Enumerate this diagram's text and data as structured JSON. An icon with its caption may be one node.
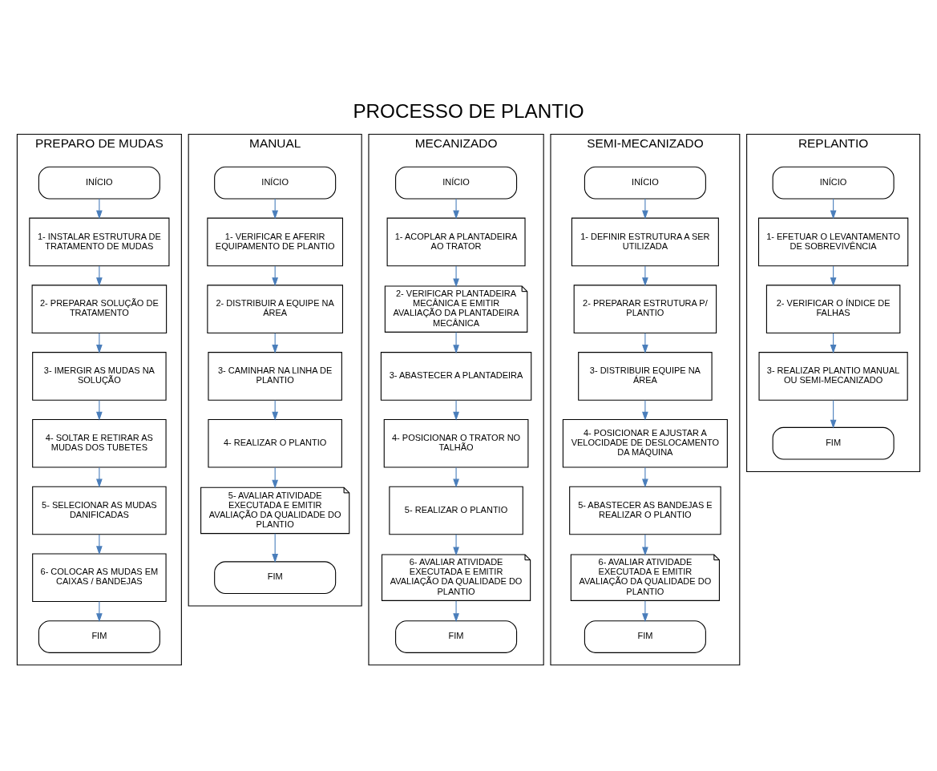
{
  "diagram": {
    "title": "PROCESSO DE PLANTIO",
    "nodes": [
      {
        "text": [
          "PREPARO DE MUDAS"
        ]
      },
      {
        "text": [
          "INÍCIO"
        ],
        "in": 0
      },
      {
        "text": [
          "1- INSTALAR ESTRUTURA DE TRATAMENTO DE MUDAS"
        ],
        "in": 0
      },
      {
        "text": [
          "2- PREPARAR SOLUÇÃO DE TRATAMENTO"
        ],
        "in": 0
      },
      {
        "text": [
          "3- IMERGIR AS MUDAS NA SOLUÇÃO"
        ],
        "in": 0
      },
      {
        "text": [
          "4- SOLTAR E RETIRAR AS MUDAS DOS TUBETES"
        ],
        "in": 0
      },
      {
        "text": [
          "5- SELECIONAR AS MUDAS DANIFICADAS"
        ],
        "in": 0
      },
      {
        "text": [
          "6- COLOCAR AS MUDAS EM CAIXAS / BANDEJAS"
        ],
        "in": 0
      },
      {
        "text": [
          "FIM"
        ],
        "in": 0
      },
      {
        "text": [
          "MANUAL"
        ]
      },
      {
        "text": [
          "INÍCIO"
        ],
        "in": 9
      },
      {
        "text": [
          "1- VERIFICAR E AFERIR EQUIPAMENTO DE PLANTIO"
        ],
        "in": 9
      },
      {
        "text": [
          "2- DISTRIBUIR A EQUIPE NA ÁREA"
        ],
        "in": 9
      },
      {
        "text": [
          "3- CAMINHAR NA LINHA DE PLANTIO"
        ],
        "in": 9
      },
      {
        "text": [
          "4- REALIZAR O PLANTIO"
        ],
        "in": 9
      },
      {
        "text": [
          "5- AVALIAR ATIVIDADE EXECUTADA E EMITIR AVALIAÇÃO DA QUALIDADE DO PLANTIO"
        ],
        "in": 9
      },
      {
        "text": [
          "FIM"
        ],
        "in": 9
      },
      {
        "text": [
          "MECANIZADO"
        ]
      },
      {
        "text": [
          "INÍCIO"
        ],
        "in": 17
      },
      {
        "text": [
          "1- ACOPLAR A PLANTADEIRA AO TRATOR"
        ],
        "in": 17
      },
      {
        "text": [
          "2- VERIFICAR PLANTADEIRA MECÂNICA E EMITIR AVALIAÇÃO DA PLANTADEIRA MECÂNICA"
        ],
        "in": 17
      },
      {
        "text": [
          "3- ABASTECER A PLANTADEIRA"
        ],
        "in": 17
      },
      {
        "text": [
          "4- POSICIONAR O TRATOR NO TALHÃO"
        ],
        "in": 17
      },
      {
        "text": [
          "5- REALIZAR O PLANTIO"
        ],
        "in": 17
      },
      {
        "text": [
          "6- AVALIAR ATIVIDADE EXECUTADA E EMITIR AVALIAÇÃO DA QUALIDADE DO PLANTIO"
        ],
        "in": 17
      },
      {
        "text": [
          "FIM"
        ],
        "in": 17
      },
      {
        "text": [
          "SEMI-MECANIZADO"
        ]
      },
      {
        "text": [
          "INÍCIO"
        ],
        "in": 26
      },
      {
        "text": [
          "1- DEFINIR ESTRUTURA A SER UTILIZADA"
        ],
        "in": 26
      },
      {
        "text": [
          "2- PREPARAR ESTRUTURA P/ PLANTIO"
        ],
        "in": 26
      },
      {
        "text": [
          "3- DISTRIBUIR EQUIPE NA ÁREA"
        ],
        "in": 26
      },
      {
        "text": [
          "4- POSICIONAR E AJUSTAR A VELOCIDADE DE DESLOCAMENTO DA MÁQUINA"
        ],
        "in": 26
      },
      {
        "text": [
          "5- ABASTECER AS BANDEJAS E REALIZAR O PLANTIO"
        ],
        "in": 26
      },
      {
        "text": [
          "6- AVALIAR ATIVIDADE EXECUTADA E EMITIR AVALIAÇÃO DA QUALIDADE DO PLANTIO"
        ],
        "in": 26
      },
      {
        "text": [
          "FIM"
        ],
        "in": 26
      },
      {
        "text": [
          "REPLANTIO"
        ]
      },
      {
        "text": [
          "INÍCIO"
        ],
        "in": 35
      },
      {
        "text": [
          "1- EFETUAR O LEVANTAMENTO DE SOBREVIVÊNCIA"
        ],
        "in": 35
      },
      {
        "text": [
          "2- VERIFICAR O ÍNDICE DE FALHAS"
        ],
        "in": 35
      },
      {
        "text": [
          "3- REALIZAR PLANTIO MANUAL OU SEMI-MECANIZADO"
        ],
        "in": 35
      },
      {
        "text": [
          "FIM"
        ],
        "in": 35
      }
    ],
    "edges": [
      {
        "from": 1,
        "to": 2,
        "arrow": "to"
      },
      {
        "from": 2,
        "to": 3,
        "arrow": "to"
      },
      {
        "from": 3,
        "to": 4,
        "arrow": "to"
      },
      {
        "from": 4,
        "to": 5,
        "arrow": "to"
      },
      {
        "from": 5,
        "to": 6,
        "arrow": "to"
      },
      {
        "from": 6,
        "to": 7,
        "arrow": "to"
      },
      {
        "from": 7,
        "to": 8,
        "arrow": "to"
      },
      {
        "from": 10,
        "to": 11,
        "arrow": "to"
      },
      {
        "from": 11,
        "to": 12,
        "arrow": "to"
      },
      {
        "from": 12,
        "to": 13,
        "arrow": "to"
      },
      {
        "from": 13,
        "to": 14,
        "arrow": "to"
      },
      {
        "from": 14,
        "to": 15,
        "arrow": "to"
      },
      {
        "from": 15,
        "to": 16,
        "arrow": "to"
      },
      {
        "from": 18,
        "to": 19,
        "arrow": "to"
      },
      {
        "from": 19,
        "to": 20,
        "arrow": "to"
      },
      {
        "from": 20,
        "to": 21,
        "arrow": "to"
      },
      {
        "from": 21,
        "to": 22,
        "arrow": "to"
      },
      {
        "from": 22,
        "to": 23,
        "arrow": "to"
      },
      {
        "from": 23,
        "to": 24,
        "arrow": "to"
      },
      {
        "from": 24,
        "to": 25,
        "arrow": "to"
      },
      {
        "from": 27,
        "to": 28,
        "arrow": "to"
      },
      {
        "from": 28,
        "to": 29,
        "arrow": "to"
      },
      {
        "from": 29,
        "to": 30,
        "arrow": "to"
      },
      {
        "from": 30,
        "to": 31,
        "arrow": "to"
      },
      {
        "from": 31,
        "to": 32,
        "arrow": "to"
      },
      {
        "from": 32,
        "to": 33,
        "arrow": "to"
      },
      {
        "from": 33,
        "to": 34,
        "arrow": "to"
      },
      {
        "from": 36,
        "to": 37,
        "arrow": "to"
      },
      {
        "from": 37,
        "to": 38,
        "arrow": "to"
      },
      {
        "from": 38,
        "to": 39,
        "arrow": "to"
      },
      {
        "from": 39,
        "to": 40,
        "arrow": "to"
      }
    ]
  }
}
